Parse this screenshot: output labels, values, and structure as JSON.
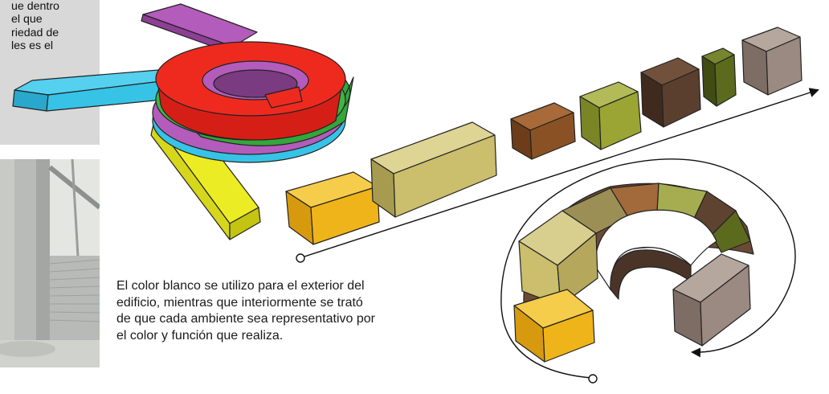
{
  "top_box_lines": [
    "ue  dentro",
    "el  que",
    "riedad de",
    "les  es  el"
  ],
  "caption_lines": [
    "El color blanco se utilizo para el exterior del",
    "edificio, mientras que interiormente se trató",
    "de que cada ambiente sea representativo por",
    "el color y función que realiza."
  ],
  "colors": {
    "gold": "#eeb419",
    "khaki": "#cbbe6c",
    "brown": "#8a5224",
    "olive_light": "#9aa534",
    "dark_brown": "#5b3f2e",
    "olive_dark": "#5c6a1e",
    "taupe": "#9b8a81",
    "red": "#ee2a1f",
    "green": "#34a63a",
    "purple": "#b35cbb",
    "cyan": "#36c3e6",
    "yellow": "#ecec24",
    "top_box_bg": "#d8d8d8"
  }
}
